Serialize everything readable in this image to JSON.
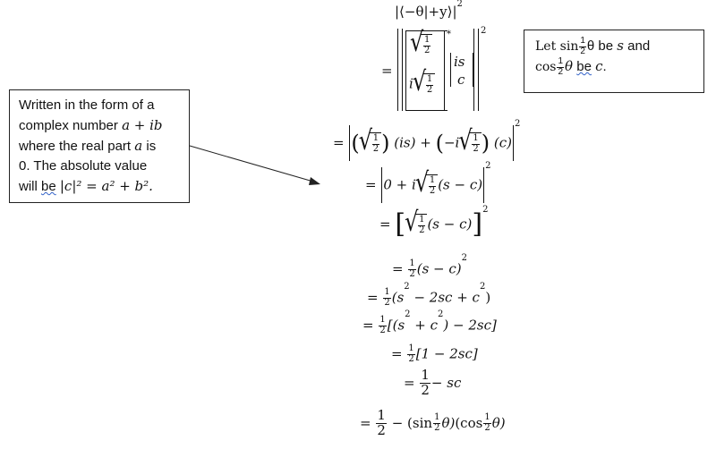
{
  "derivation": {
    "l1": "|⟨−θ|+y⟩|",
    "l1_exp": "2",
    "eq": "=",
    "l2_half_num": "1",
    "l2_half_den": "2",
    "l2_i": "i",
    "l2_conj": "*",
    "l2_is": "is",
    "l2_c": "c",
    "l2_exp": "2",
    "l3_part1": "(is) +",
    "l3_minus_i": "−i",
    "l3_part2": "(c)",
    "l3_exp": "2",
    "l4_text": "0 + i",
    "l4_tail": "(s − c)",
    "l4_exp": "2",
    "l5_tail": "(s − c)",
    "l5_exp": "2",
    "l6_tail": "(s − c)",
    "l6_exp": "2",
    "l7_tail": "(s",
    "l7_tail2": "− 2sc + c",
    "l7_tail3": ")",
    "l8_tail": "[(s",
    "l8_tail2": "+ c",
    "l8_tail3": ") − 2sc]",
    "l9_tail": "[1 − 2sc]",
    "l10_tail": "− sc",
    "l11_minus": "−",
    "l11_sin": "(sin",
    "l11_theta": "θ)",
    "l11_cos": "(cos",
    "l11_theta2": "θ)",
    "sq": "2"
  },
  "note_right": {
    "line1_a": "Let sin",
    "line1_b": "θ be",
    "line1_c": "s",
    "line1_d": "and",
    "line2_a": "cos",
    "line2_b": "θ",
    "line2_be": "be",
    "line2_c": "c",
    "line2_d": "."
  },
  "note_left": {
    "line1": "Written in the form of a",
    "line2_a": "complex number",
    "line2_b": "a + ib",
    "line3_a": "where the real part",
    "line3_b": "a",
    "line3_c": "is",
    "line4": "0. The absolute value",
    "line5_a": "will",
    "line5_be": "be",
    "line5_b": "|c|² = a² + b²."
  },
  "colors": {
    "arrow": "#222222",
    "spellcheck_underline": "#3060c8"
  }
}
